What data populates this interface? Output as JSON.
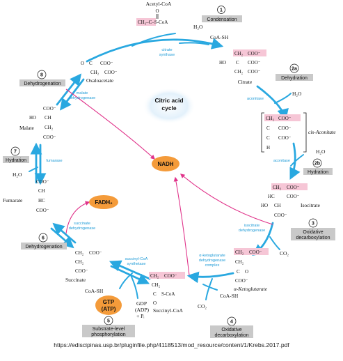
{
  "center_label": [
    "Citric acid",
    "cycle"
  ],
  "metabolites": {
    "acetyl_coa": "Acetyl-CoA",
    "citrate": "Citrate",
    "cis_aconitate": "cis-Aconitate",
    "isocitrate": "Isocitrate",
    "a_ketoglutarate": "α-Ketoglutarate",
    "succinyl_coa": "Succinyl-CoA",
    "succinate": "Succinate",
    "fumarate": "Fumarate",
    "malate": "Malate",
    "oxaloacetate": "Oxaloacetate"
  },
  "cofactors": {
    "h2o_1": "H₂O",
    "coa_sh_1": "CoA-SH",
    "h2o_2a": "H₂O",
    "h2o_2b": "H₂O",
    "co2_3": "CO₂",
    "co2_4": "CO₂",
    "coa_sh_4": "CoA-SH",
    "coa_sh_5": "CoA-SH",
    "gdp": "GDP",
    "adp": "(ADP)",
    "pi": "+ Pᵢ",
    "h2o_7": "H₂O"
  },
  "enzymes": {
    "citrate_synthase": [
      "citrate",
      "synthase"
    ],
    "aconitase_1": "aconitase",
    "aconitase_2": "aconitase",
    "isocitrate_dh": [
      "isocitrate",
      "dehydrogenase"
    ],
    "akg_dh": [
      "α-ketoglutarate",
      "dehydrogenase",
      "complex"
    ],
    "succinyl_coa_synthetase": [
      "succinyl-CoA",
      "synthetase"
    ],
    "succinate_dh": [
      "succinate",
      "dehydrogenase"
    ],
    "fumarase": "fumarase",
    "malate_dh": [
      "malate",
      "dehydrogenase"
    ]
  },
  "steps": [
    {
      "num": "1",
      "name": [
        "Condensation"
      ]
    },
    {
      "num": "2a",
      "name": [
        "Dehydration"
      ]
    },
    {
      "num": "2b",
      "name": [
        "Hydration"
      ]
    },
    {
      "num": "3",
      "name": [
        "Oxidative",
        "decarboxylation"
      ]
    },
    {
      "num": "4",
      "name": [
        "Oxidative",
        "decarboxylation"
      ]
    },
    {
      "num": "5",
      "name": [
        "Substrate-level",
        "phosphorylation"
      ]
    },
    {
      "num": "6",
      "name": [
        "Dehydrogenation"
      ]
    },
    {
      "num": "7",
      "name": [
        "Hydration"
      ]
    },
    {
      "num": "8",
      "name": [
        "Dehydrogenation"
      ]
    }
  ],
  "products": {
    "nadh": "NADH",
    "fadh2": "FADH₂",
    "gtp": "GTP",
    "atp": "(ATP)"
  },
  "structures": {
    "coo": "COO⁻",
    "ch2": "CH₂",
    "ch3": "CH₃",
    "ho": "HO",
    "h": "H",
    "c": "C",
    "o": "O",
    "ch": "CH",
    "hc": "HC",
    "s_coa": "S-CoA",
    "acetyl": "CH₃–C–S-CoA"
  },
  "colors": {
    "arrow": "#29a8e0",
    "nadh_line": "#e0338a",
    "oval": "#f49b3a",
    "highlight": "#f6c6d6",
    "step_box": "#c9c9c9"
  },
  "source_url": "https://ediscipinas.usp.br/pluginfile.php/4118513/mod_resource/content/1/Krebs.2017.pdf"
}
